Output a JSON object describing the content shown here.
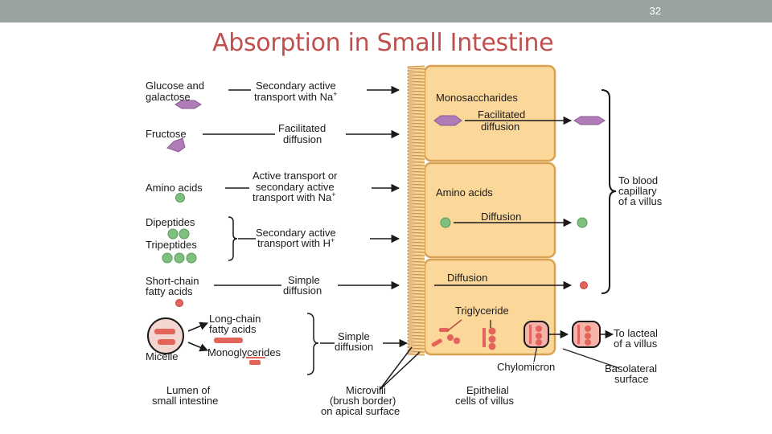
{
  "slide": {
    "number": "32",
    "title": "Absorption in Small Intestine"
  },
  "colors": {
    "cell_fill": "#fbd79a",
    "cell_stroke": "#d9a250",
    "sugar": "#b07cb8",
    "amino": "#7fc07f",
    "lipid": "#e2645a"
  },
  "left_labels": {
    "glucose_1": "Glucose and",
    "glucose_2": "galactose",
    "fructose": "Fructose",
    "amino_acids": "Amino acids",
    "dipeptides": "Dipeptides",
    "tripeptides": "Tripeptides",
    "short_chain_1": "Short-chain",
    "short_chain_2": "fatty acids",
    "long_chain_1": "Long-chain",
    "long_chain_2": "fatty acids",
    "micelle": "Micelle",
    "monoglycerides": "Monoglycerides",
    "lumen_1": "Lumen of",
    "lumen_2": "small intestine"
  },
  "transport_labels": {
    "sec_active_na_1": "Secondary active",
    "sec_active_na_2": "transport with Na",
    "facilitated_1": "Facilitated",
    "facilitated_2": "diffusion",
    "active_or_sec_1": "Active transport or",
    "active_or_sec_2": "secondary active",
    "active_or_sec_3": "transport with Na",
    "sec_active_h_1": "Secondary active",
    "sec_active_h_2": "transport with H",
    "simple_1": "Simple",
    "simple_2": "diffusion",
    "simple_b_1": "Simple",
    "simple_b_2": "diffusion"
  },
  "cell_labels": {
    "monosaccharides": "Monosaccharides",
    "cell_facilitated_1": "Facilitated",
    "cell_facilitated_2": "diffusion",
    "cell_amino_acids": "Amino acids",
    "cell_diffusion": "Diffusion",
    "cell_diffusion_2": "Diffusion",
    "triglyceride": "Triglyceride",
    "chylomicron": "Chylomicron"
  },
  "right_labels": {
    "blood_1": "To blood",
    "blood_2": "capillary",
    "blood_3": "of a villus",
    "lacteal_1": "To lacteal",
    "lacteal_2": "of a villus",
    "basolateral_1": "Basolateral",
    "basolateral_2": "surface"
  },
  "bottom_labels": {
    "microvilli_1": "Microvilli",
    "microvilli_2": "(brush border)",
    "microvilli_3": "on apical surface",
    "epithelial_1": "Epithelial",
    "epithelial_2": "cells of villus"
  }
}
